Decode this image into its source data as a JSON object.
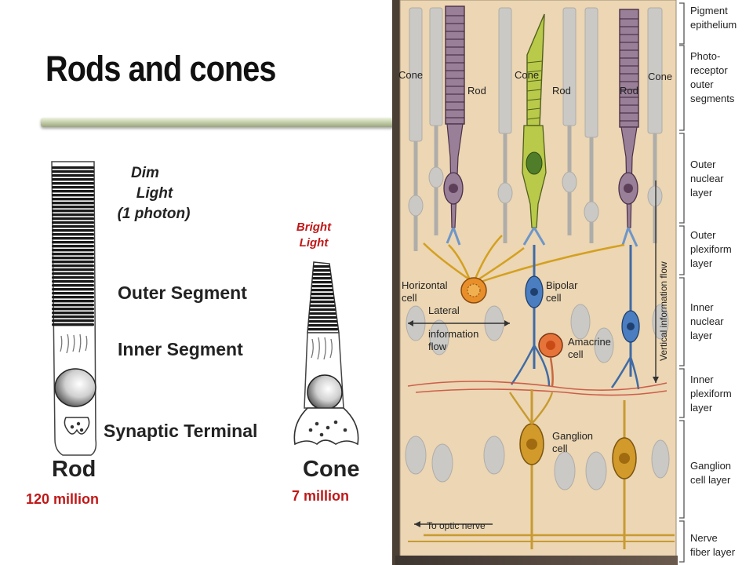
{
  "slide": {
    "title": "Rods and cones"
  },
  "left": {
    "dim_light": [
      "Dim",
      "Light",
      "(1 photon)"
    ],
    "bright_light": [
      "Bright",
      "Light"
    ],
    "outer_segment": "Outer Segment",
    "inner_segment": "Inner Segment",
    "synaptic_terminal": "Synaptic Terminal",
    "rod_label": "Rod",
    "cone_label": "Cone",
    "rod_count": "120 million",
    "cone_count": "7 million"
  },
  "retina": {
    "cell_labels": {
      "cone1": "Cone",
      "rod1": "Rod",
      "cone2": "Cone",
      "rod2": "Rod",
      "rod3": "Rod",
      "cone3": "Cone",
      "horizontal": [
        "Horizontal",
        "cell"
      ],
      "bipolar": [
        "Bipolar",
        "cell"
      ],
      "lateral": [
        "Lateral",
        "information",
        "flow"
      ],
      "amacrine": [
        "Amacrine",
        "cell"
      ],
      "ganglion": [
        "Ganglion",
        "cell"
      ],
      "vertical": "Vertical information flow",
      "optic": "To optic nerve"
    },
    "layers": [
      [
        "Pigment",
        "epithelium"
      ],
      [
        "Photo-",
        "receptor",
        "outer",
        "segments"
      ],
      [
        "Outer",
        "nuclear",
        "layer"
      ],
      [
        "Outer",
        "plexiform",
        "layer"
      ],
      [
        "Inner",
        "nuclear",
        "layer"
      ],
      [
        "Inner",
        "plexiform",
        "layer"
      ],
      [
        "Ganglion",
        "cell layer"
      ],
      [
        "Nerve",
        "fiber layer"
      ]
    ]
  }
}
